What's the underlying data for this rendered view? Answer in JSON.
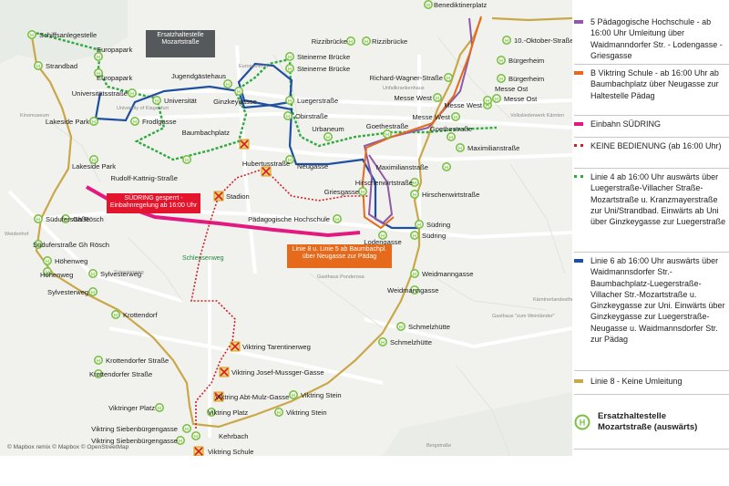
{
  "map": {
    "stops": [
      {
        "id": "schiffsanlegestelle",
        "label": "Schiffsanlegestelle"
      },
      {
        "id": "strandbad",
        "label": "Strandbad"
      },
      {
        "id": "europapark1",
        "label": "Europapark"
      },
      {
        "id": "europapark2",
        "label": "Europapark"
      },
      {
        "id": "universitaetsstrasse",
        "label": "Universitätsstraße"
      },
      {
        "id": "universitaet",
        "label": "Universität"
      },
      {
        "id": "jugendgaestehaus",
        "label": "Jugendgästehaus"
      },
      {
        "id": "ginzkeygasse",
        "label": "Ginzkeygasse"
      },
      {
        "id": "steinerne_bruecke1",
        "label": "Steinerne Brücke"
      },
      {
        "id": "steinerne_bruecke2",
        "label": "Steinerne Brücke"
      },
      {
        "id": "rizzibruecke1",
        "label": "Rizzibrücke"
      },
      {
        "id": "rizzibruecke2",
        "label": "Rizzibrücke"
      },
      {
        "id": "benediktinerplatz",
        "label": "Benediktinerplatz"
      },
      {
        "id": "oktober",
        "label": "10.-Oktober-Straße"
      },
      {
        "id": "buergerheim1",
        "label": "Bürgerheim"
      },
      {
        "id": "buergerheim2",
        "label": "Bürgerheim"
      },
      {
        "id": "richard",
        "label": "Richard-Wagner-Straße"
      },
      {
        "id": "messe_west1",
        "label": "Messe West"
      },
      {
        "id": "messe_west2",
        "label": "Messe West"
      },
      {
        "id": "messe_west3",
        "label": "Messe West"
      },
      {
        "id": "messe_ost1",
        "label": "Messe Ost"
      },
      {
        "id": "messe_ost2",
        "label": "Messe Ost"
      },
      {
        "id": "luegerstrasse",
        "label": "Luegerstraße"
      },
      {
        "id": "obirstrasse",
        "label": "Obirstraße"
      },
      {
        "id": "urbaneum",
        "label": "Urbaneum"
      },
      {
        "id": "goethestrasse1",
        "label": "Goethestraße"
      },
      {
        "id": "goethestrasse2",
        "label": "Goethestraße"
      },
      {
        "id": "maximilianstrasse1",
        "label": "Maximilianstraße"
      },
      {
        "id": "maximilianstrasse2",
        "label": "Maximilianstraße"
      },
      {
        "id": "baumbachplatz",
        "label": "Baumbachplatz"
      },
      {
        "id": "neugasse",
        "label": "Neugasse"
      },
      {
        "id": "lakeside_park1",
        "label": "Lakeside Park"
      },
      {
        "id": "lakeside_park2",
        "label": "Lakeside Park"
      },
      {
        "id": "frodlgasse",
        "label": "Frodlgasse"
      },
      {
        "id": "rudolf",
        "label": "Rudolf-Kattnig-Straße"
      },
      {
        "id": "hubertusstrasse",
        "label": "Hubertusstraße"
      },
      {
        "id": "stadion",
        "label": "Stadion"
      },
      {
        "id": "griesgasse",
        "label": "Griesgasse"
      },
      {
        "id": "hirschenwirtstrasse1",
        "label": "Hirschenwirtstraße"
      },
      {
        "id": "hirschenwirtstrasse2",
        "label": "Hirschenwirtstraße"
      },
      {
        "id": "paedagogische",
        "label": "Pädagogische Hochschule"
      },
      {
        "id": "lodengasse",
        "label": "Lodengasse"
      },
      {
        "id": "suedring1",
        "label": "Südring"
      },
      {
        "id": "suedring2",
        "label": "Südring"
      },
      {
        "id": "suedufer1",
        "label": "Süduferstraße"
      },
      {
        "id": "suedufer2",
        "label": "Süduferstraße Gh Rösch"
      },
      {
        "id": "gh_roesch",
        "label": "Gh Rösch"
      },
      {
        "id": "hoehenweg1",
        "label": "Höhenweg"
      },
      {
        "id": "hoehenweg2",
        "label": "Höhenweg"
      },
      {
        "id": "sylvesterweg1",
        "label": "Sylvesterweg"
      },
      {
        "id": "sylvesterweg2",
        "label": "Sylvesterweg"
      },
      {
        "id": "weidmanngasse1",
        "label": "Weidmanngasse"
      },
      {
        "id": "weidmanngasse2",
        "label": "Weidmanngasse"
      },
      {
        "id": "krottendorf",
        "label": "Krottendorf"
      },
      {
        "id": "schmelzhuette1",
        "label": "Schmelzhütte"
      },
      {
        "id": "schmelzhuette2",
        "label": "Schmelzhütte"
      },
      {
        "id": "tarentinerweg",
        "label": "Viktring Tarentinerweg"
      },
      {
        "id": "krottendorfer1",
        "label": "Krottendorfer Straße"
      },
      {
        "id": "krottendorfer2",
        "label": "Krottendorfer Straße"
      },
      {
        "id": "mussger",
        "label": "Viktring Josef-Mussger-Gasse"
      },
      {
        "id": "viktring_stein1",
        "label": "Viktring Stein"
      },
      {
        "id": "viktring_stein2",
        "label": "Viktring Stein"
      },
      {
        "id": "abt_mulz",
        "label": "Viktring Abt-Mulz-Gasse"
      },
      {
        "id": "viktringer_platz1",
        "label": "Viktringer Platz"
      },
      {
        "id": "viktring_platz2",
        "label": "Viktring Platz"
      },
      {
        "id": "siebenbuergen1",
        "label": "Viktring Siebenbürgengasse"
      },
      {
        "id": "siebenbuergen2",
        "label": "Viktring Siebenbürgengasse"
      },
      {
        "id": "kehrbach",
        "label": "Kehrbach"
      },
      {
        "id": "viktring_schule",
        "label": "Viktring Schule"
      }
    ],
    "small_labels": {
      "kinomuseum": "Kinomuseum",
      "university": "University of Klagenfurt",
      "europaviertel": "Europaviertel",
      "unfallkrankenhaus": "Unfallkrankenhaus",
      "volkslied": "Volksliederwerk Kärnten",
      "gasthaus_ponderosa": "Gasthaus Ponderosa",
      "kaerntnerlandestheater": "Kärntnerlandestheater",
      "gasthaus_weinlaender": "Gasthaus \"zum Weinländer\"",
      "bergstrasse": "Bergstraße",
      "weidenhof": "Weidenhof",
      "sylvesterweg_road": "Sylvesterweg",
      "schleusenweg": "Schleusenweg"
    },
    "callout_ersatz": [
      "Ersatzhaltestelle",
      "Mozartstraße"
    ],
    "callout_suedring": [
      "SÜDRING gesperrt -",
      "Einbahnregelung ab 16:00 Uhr"
    ],
    "callout_linie8": [
      "Linie 8 u. Linie 5 ab Baumbachpl.",
      "über Neugasse zur Pädag"
    ],
    "attribution": "© Mapbox remix © Mapbox © OpenStreetMap",
    "colors": {
      "linie5": "#8e5aa6",
      "linieB": "#e56a1b",
      "einbahn": "#e3197f",
      "keine": "#d31f2b",
      "linie4": "#2faa3f",
      "linie6": "#1f4fa0",
      "linie8": "#c9a84a",
      "stop": "#7ac142"
    }
  },
  "legend": {
    "items": [
      {
        "color": "#8e5aa6",
        "style": "solid",
        "text": "5 Pädagogische Hochschule - ab 16:00 Uhr Umleitung über Waidmanndorfer Str. - Lodengasse - Griesgasse"
      },
      {
        "color": "#e56a1b",
        "style": "solid",
        "text": "B Viktring Schule - ab 16:00 Uhr ab Baumbachplatz über Neugasse zur Haltestelle Pädag"
      },
      {
        "color": "#e3197f",
        "style": "solid",
        "text": "Einbahn SÜDRING"
      },
      {
        "color": "#d31f2b",
        "style": "dotted",
        "text": "KEINE BEDIENUNG (ab 16:00 Uhr)"
      },
      {
        "color": "#2faa3f",
        "style": "dotted",
        "text": "Linie 4 ab 16:00 Uhr auswärts über Luegerstraße-Villacher Straße-Mozartstraße u. Kranzmayerstraße zur Uni/Strandbad. Einwärts ab Uni über Ginzkeygasse zur Luegerstraße"
      },
      {
        "color": "#1f4fa0",
        "style": "solid",
        "text": "Linie 6 ab 16:00 Uhr auswärts über Waidmannsdorfer Str.- Baumbachplatz-Luegerstraße- Villacher Str.-Mozartstraße u. Ginzkeygasse zur Uni. Einwärts über Ginzkeygasse zur Luegerstraße-Neugasse u. Waidmannsdorfer Str. zur Pädag"
      },
      {
        "color": "#c9a84a",
        "style": "solid",
        "text": "Linie 8 - Keine Umleitung"
      }
    ],
    "bottom_title": "Ersatzhaltestelle",
    "bottom_subtitle": "Mozartstraße (auswärts)"
  }
}
